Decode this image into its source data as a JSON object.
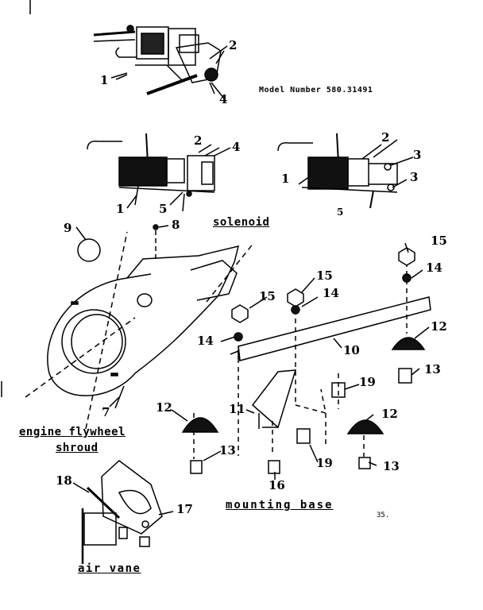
{
  "header": {
    "model_number": "Model Number 580.31491"
  },
  "page_number": "35.",
  "captions": {
    "solenoid": "solenoid",
    "engine_flywheel_shroud_line1": "engine flywheel",
    "engine_flywheel_shroud_line2": "shroud",
    "mounting_base": "mounting base",
    "air_vane": "air vane"
  },
  "callouts": {
    "top_1": "1",
    "top_2": "2",
    "top_4": "4",
    "sol_l_2": "2",
    "sol_l_4": "4",
    "sol_l_1": "1",
    "sol_l_5": "5",
    "sol_r_2": "2",
    "sol_r_3a": "3",
    "sol_r_3b": "3",
    "sol_r_1": "1",
    "sol_r_5": "5",
    "p9": "9",
    "p8": "8",
    "p7": "7",
    "p15a": "15",
    "p15b": "15",
    "p15c": "15",
    "p14a": "14",
    "p14b": "14",
    "p14c": "14",
    "p10": "10",
    "p11": "11",
    "p12a": "12",
    "p12b": "12",
    "p12c": "12",
    "p13a": "13",
    "p13b": "13",
    "p13c": "13",
    "p19a": "19",
    "p19b": "19",
    "p16": "16",
    "p17": "17",
    "p18": "18"
  }
}
